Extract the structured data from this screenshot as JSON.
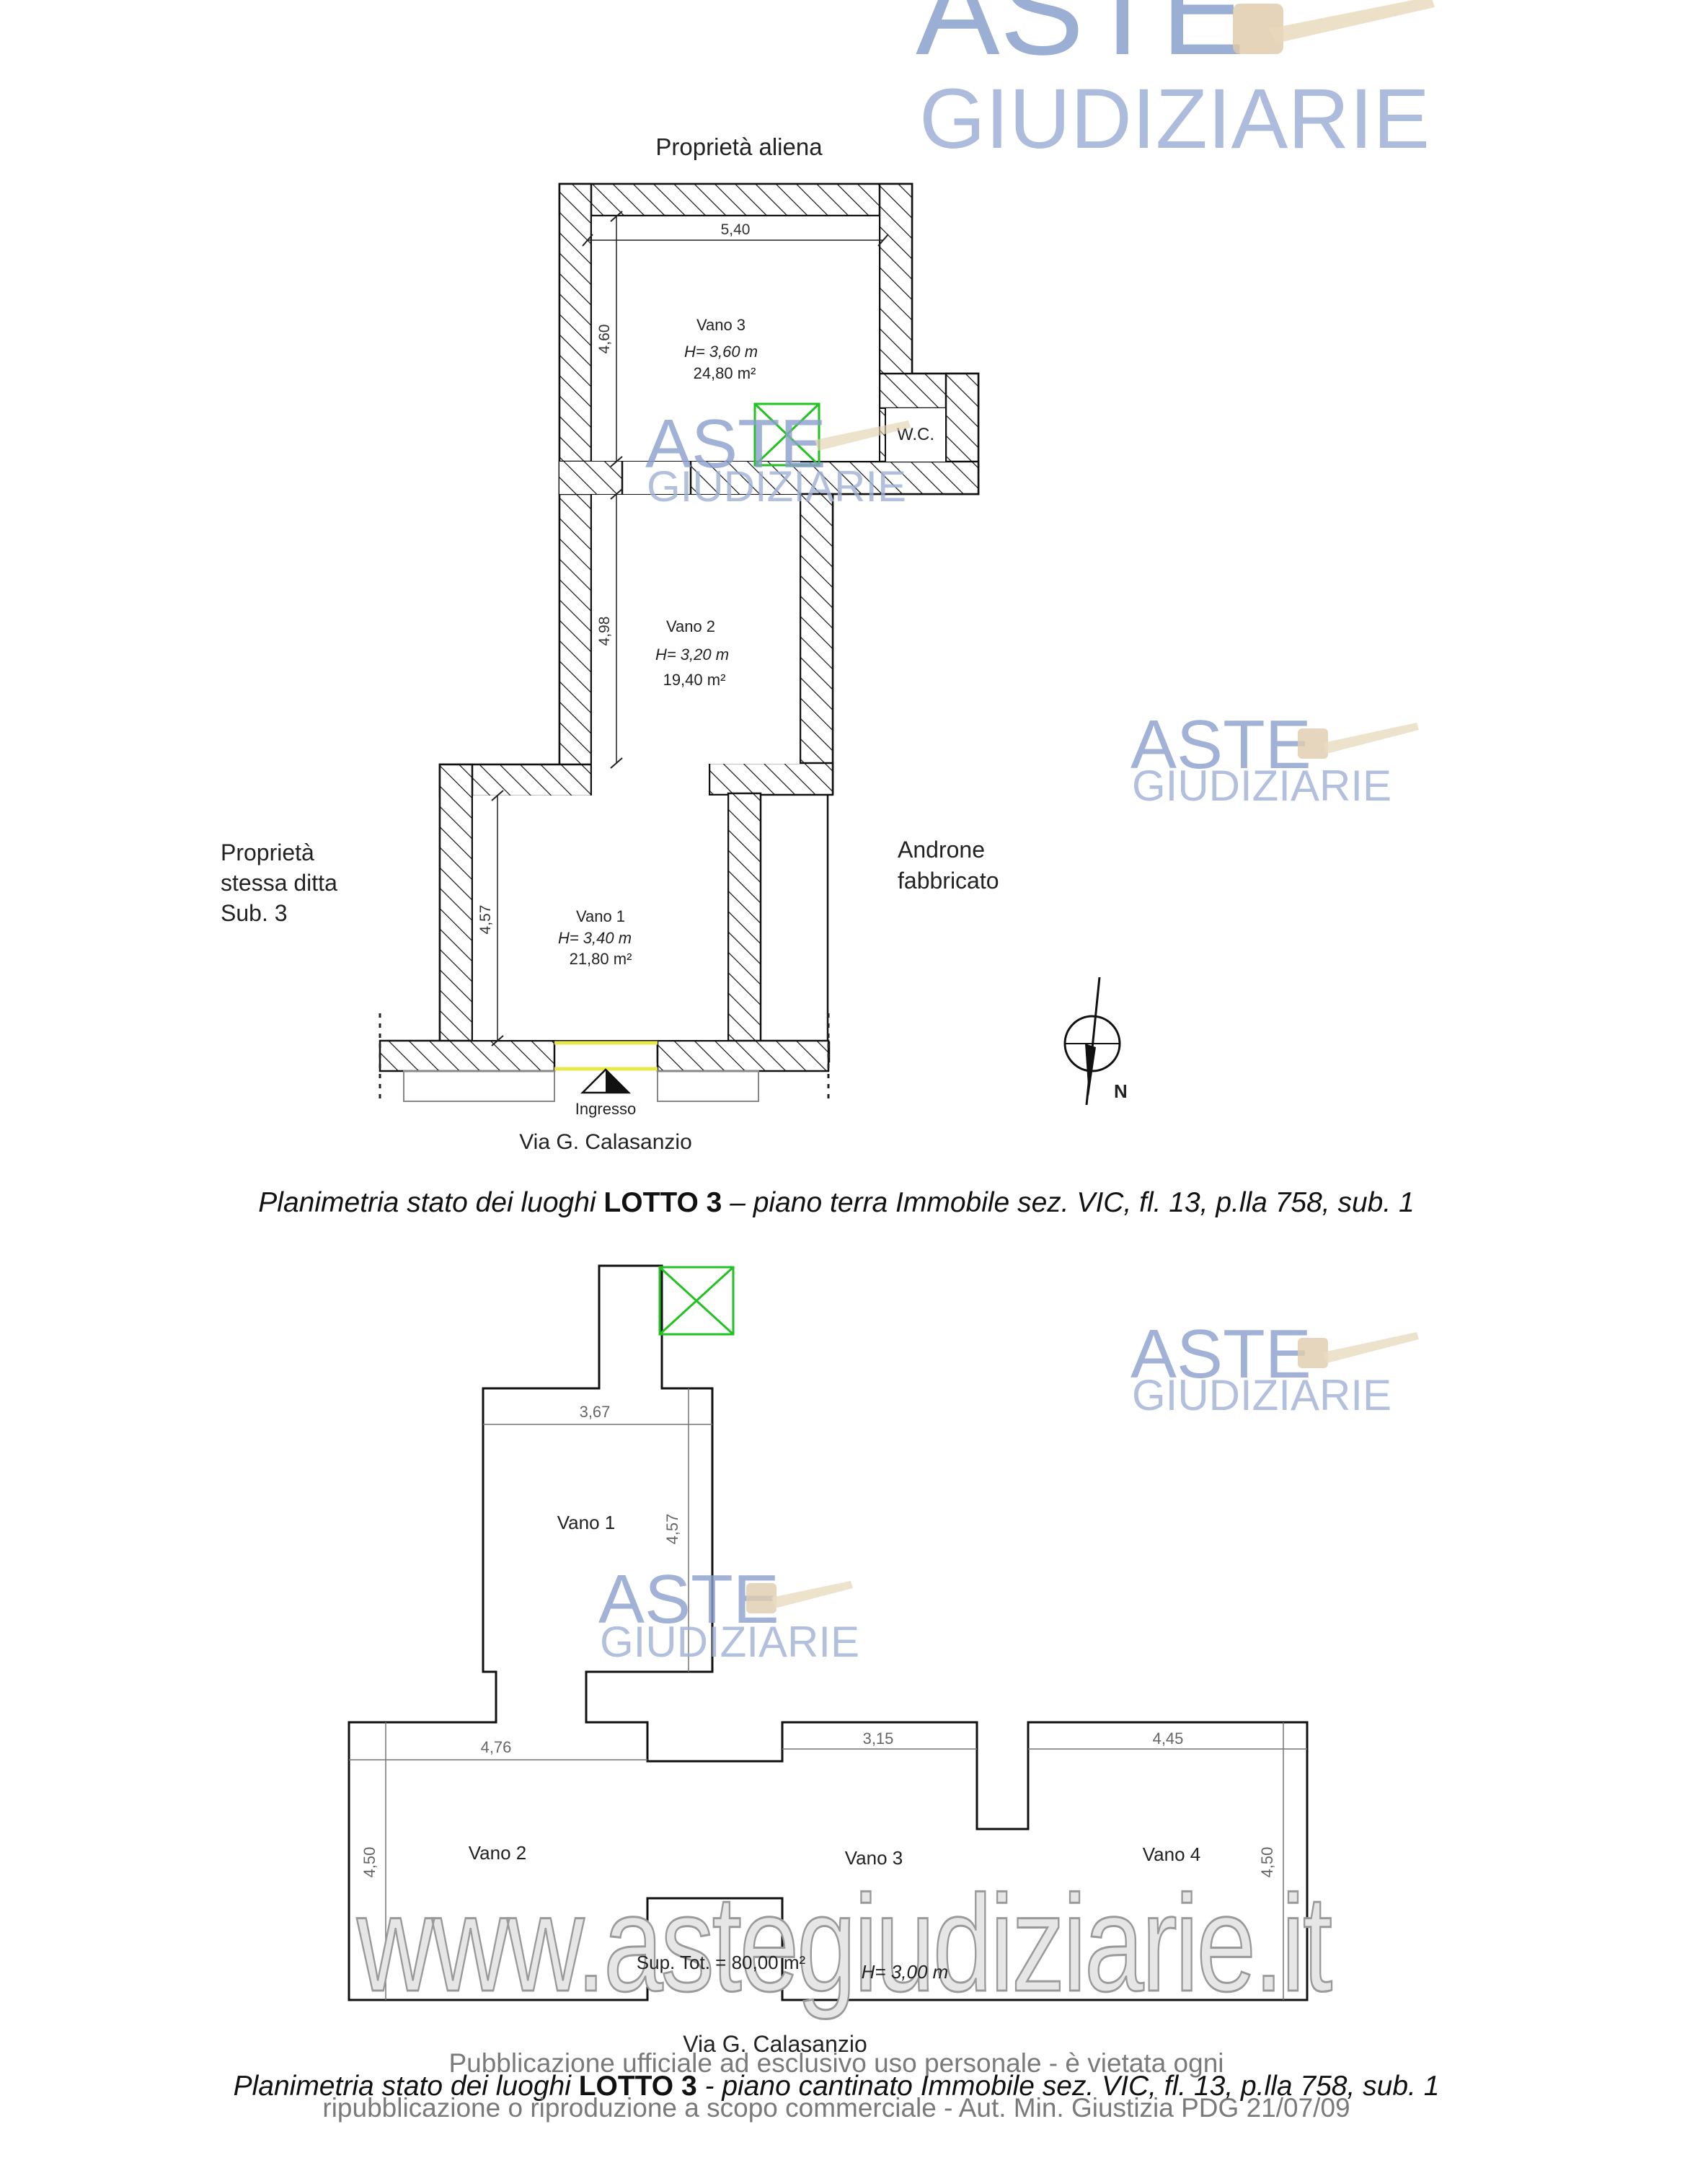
{
  "watermark": {
    "line1": "ASTE",
    "line2": "GIUDIZIARIE"
  },
  "ground_floor": {
    "top_neighbor": "Proprietà aliena",
    "left_neighbor": [
      "Proprietà",
      "stessa ditta",
      "Sub. 3"
    ],
    "right_neighbor": [
      "Androne",
      "fabbricato"
    ],
    "street": "Via G. Calasanzio",
    "entrance": "Ingresso",
    "north": "N",
    "wc": "W.C.",
    "dims": {
      "width_top": "5,40",
      "vano3_depth": "4,60",
      "vano2_depth": "4,98",
      "vano1_depth": "4,57"
    },
    "rooms": [
      {
        "name": "Vano 3",
        "height": "H= 3,60 m",
        "area": "24,80 m²"
      },
      {
        "name": "Vano 2",
        "height": "H= 3,20 m",
        "area": "19,40 m²"
      },
      {
        "name": "Vano 1",
        "height": "H= 3,40 m",
        "area": "21,80 m²"
      }
    ]
  },
  "caption1": {
    "pre": "Planimetria stato dei luoghi ",
    "lotto": "LOTTO 3",
    "post": " – piano terra Immobile sez. VIC, fl. 13, p.lla 758, sub. 1"
  },
  "basement": {
    "rooms": [
      "Vano 1",
      "Vano 2",
      "Vano 3",
      "Vano 4"
    ],
    "dims": {
      "v1_width": "3,67",
      "v1_depth": "4,57",
      "v2_width": "4,76",
      "v2_depth": "4,50",
      "v3_width": "3,15",
      "v4_width": "4,45",
      "v4_depth": "4,50"
    },
    "total_area": "Sup. Tot. = 80,00 m²",
    "height": "H= 3,00 m",
    "street": "Via G. Calasanzio"
  },
  "caption2": {
    "pre": "Planimetria stato dei luoghi ",
    "lotto": "LOTTO 3",
    "post": " - piano cantinato Immobile sez. VIC, fl. 13, p.lla 758, sub. 1"
  },
  "site_watermark": "www.astegiudiziarie.it",
  "publication_notice": {
    "line1": "Pubblicazione ufficiale ad esclusivo uso personale - è vietata ogni",
    "line2": "ripubblicazione o riproduzione a scopo commerciale - Aut. Min. Giustizia PDG 21/07/09"
  },
  "colors": {
    "hatch": "#111111",
    "green_box": "#22c222",
    "yellow_door": "#f2f26a",
    "watermark_blue": "#8aa0cc"
  }
}
